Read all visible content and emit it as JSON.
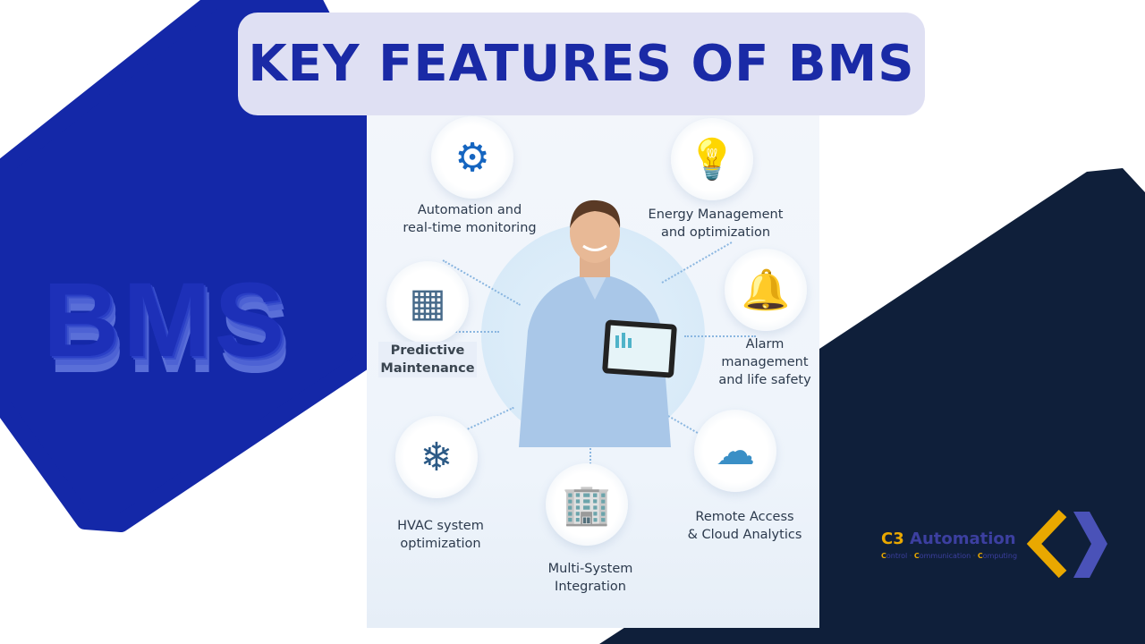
{
  "title": "KEY FEATURES OF BMS",
  "side_text": "BMS",
  "features": [
    {
      "label_1": "Automation and",
      "label_2": "real-time monitoring"
    },
    {
      "label_1": "Energy Management",
      "label_2": "and optimization"
    },
    {
      "label_1": "Predictive",
      "label_2": "Maintenance"
    },
    {
      "label_1": "Alarm",
      "label_2": "management",
      "label_3": "and life safety"
    },
    {
      "label_1": "HVAC system",
      "label_2": "optimization"
    },
    {
      "label_1": "Remote Access",
      "label_2": "& Cloud Analytics"
    },
    {
      "label_1": "Multi-System",
      "label_2": "Integration"
    }
  ],
  "logo": {
    "prefix": "C3",
    "name": "Automation",
    "tag_c1": "C",
    "tag_1": "ontrol · ",
    "tag_c2": "C",
    "tag_2": "ommunication · ",
    "tag_c3": "C",
    "tag_3": "omputing"
  },
  "colors": {
    "brand_blue": "#1a2aa6",
    "navy": "#0f1f3a",
    "accent_gold": "#e9a800"
  }
}
